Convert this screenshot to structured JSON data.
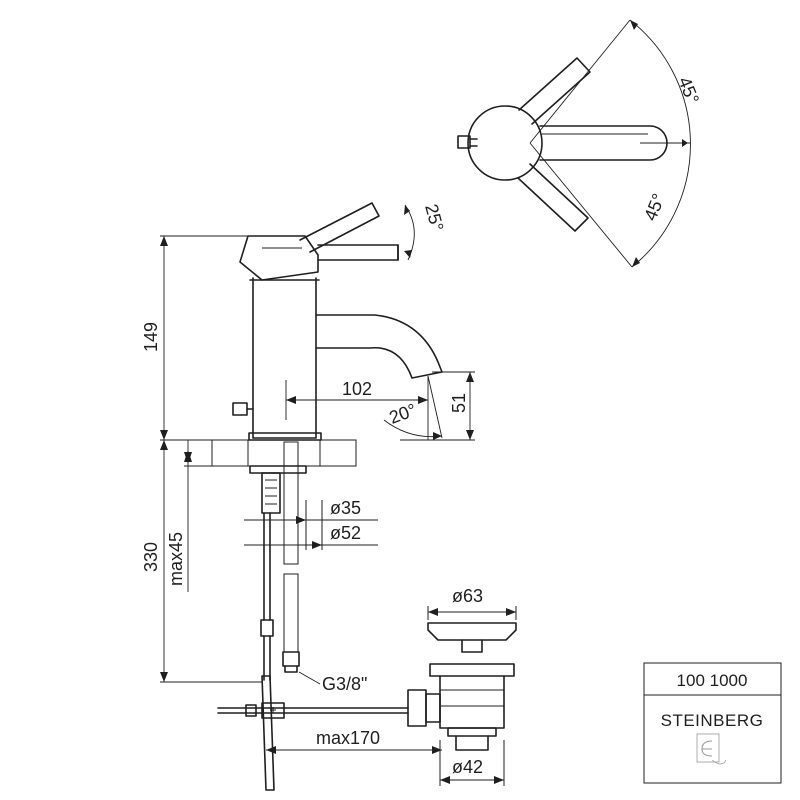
{
  "dimensions": {
    "angle_lever_tilt": "25°",
    "angle_rotate_top": "45°",
    "angle_rotate_bottom": "45°",
    "height_body": "149",
    "spout_reach": "102",
    "spout_height": "51",
    "spout_angle": "20°",
    "diameter_shank": "ø35",
    "diameter_base": "ø52",
    "length_hoses": "330",
    "max_deck_thickness": "max45",
    "thread": "G3/8\"",
    "waste_cap_diameter": "ø63",
    "waste_rod_max": "max170",
    "waste_body_diameter": "ø42"
  },
  "title_block": {
    "code": "100 1000",
    "brand": "STEINBERG"
  }
}
